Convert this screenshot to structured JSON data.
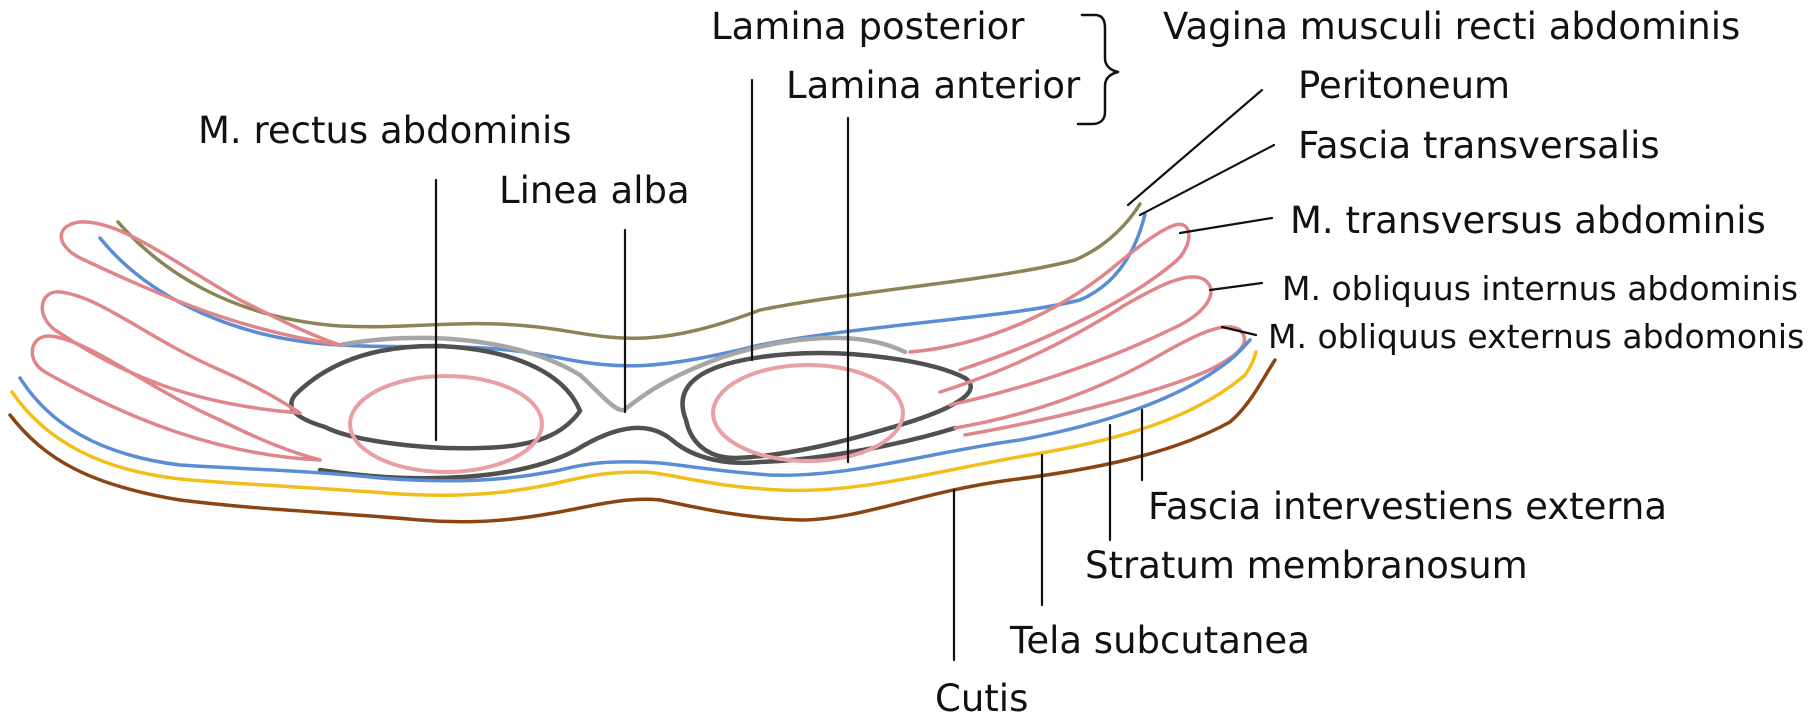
{
  "colors": {
    "skin": "#8B4513",
    "subcutaneous": "#F2BE1A",
    "membrane": "#5B8DD6",
    "peritoneum": "#8C8457",
    "muscle": "#E0868A",
    "rectus_muscle": "#E9A0A3",
    "sheath_anterior": "#505050",
    "sheath_posterior": "#A6A6A6",
    "leader": "#111111"
  },
  "labels": {
    "lamina_posterior": "Lamina posterior",
    "lamina_anterior": "Lamina anterior",
    "vagina": "Vagina musculi recti abdominis",
    "peritoneum": "Peritoneum",
    "fascia_transversalis": "Fascia transversalis",
    "m_transversus": "M. transversus abdominis",
    "m_obliquus_internus": "M. obliquus internus abdominis",
    "m_obliquus_externus": "M. obliquus externus abdomonis",
    "m_rectus": "M. rectus abdominis",
    "linea_alba": "Linea alba",
    "fascia_intervestiens": "Fascia intervestiens externa",
    "stratum_membranosum": "Stratum membranosum",
    "tela_subcutanea": "Tela subcutanea",
    "cutis": "Cutis"
  }
}
